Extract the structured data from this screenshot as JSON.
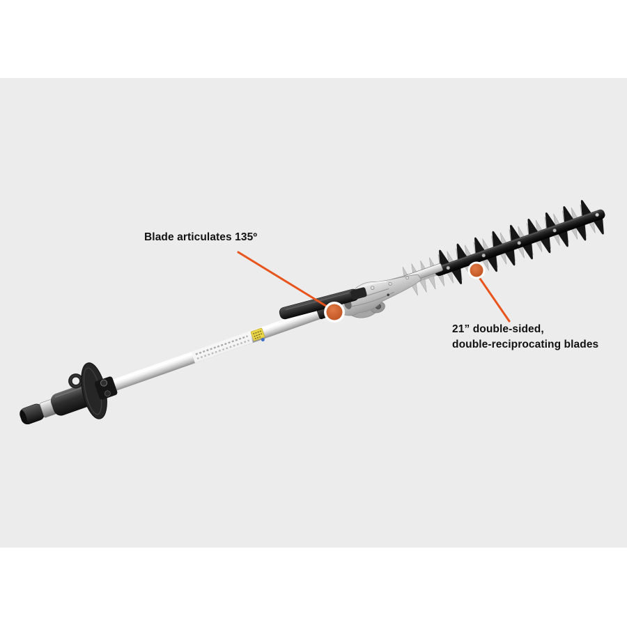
{
  "colors": {
    "background": "#ececec",
    "band": "#ffffff",
    "accent": "#e7551d",
    "marker_fill": "#c25420",
    "text": "#111111"
  },
  "callouts": {
    "articulation": {
      "text": "Blade articulates 135º"
    },
    "blades": {
      "line1": "21” double-sided,",
      "line2": "double-reciprocating blades"
    }
  }
}
